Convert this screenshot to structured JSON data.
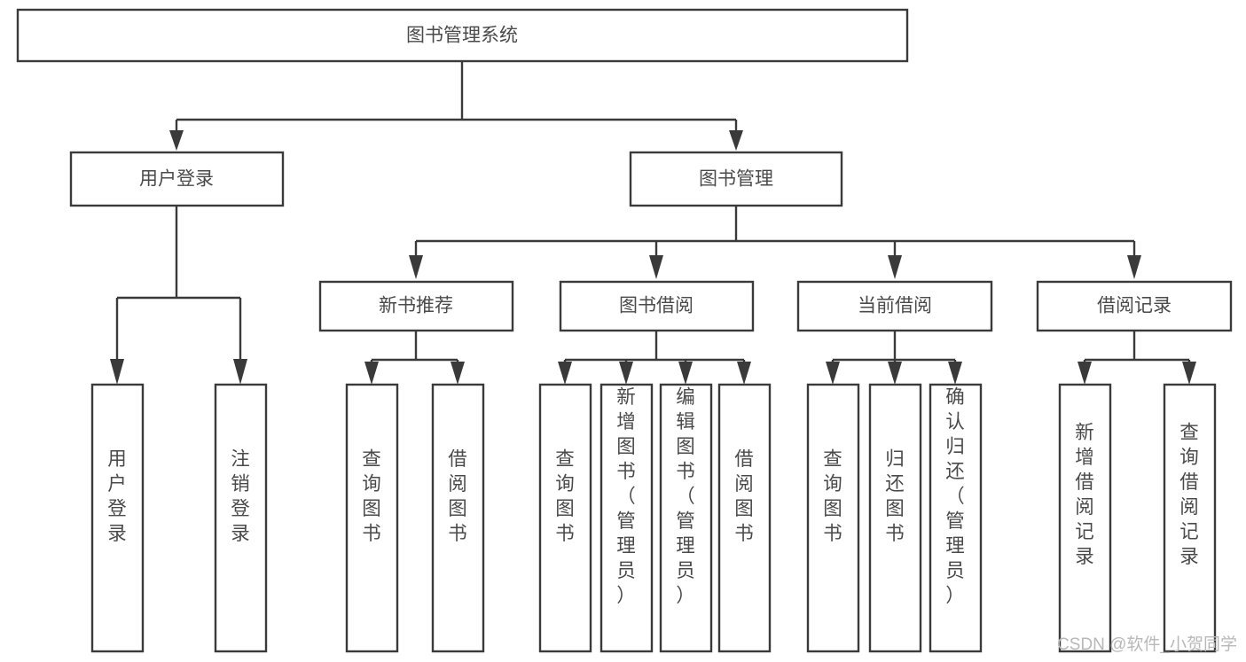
{
  "diagram": {
    "title": "图书管理系统",
    "type": "tree-hierarchy-chart",
    "root": {
      "id": "root",
      "label": "图书管理系统"
    },
    "level2": [
      {
        "id": "user-login",
        "label": "用户登录"
      },
      {
        "id": "book-management",
        "label": "图书管理"
      }
    ],
    "level3": [
      {
        "id": "new-book-recommend",
        "label": "新书推荐",
        "parent": "book-management"
      },
      {
        "id": "book-borrow",
        "label": "图书借阅",
        "parent": "book-management"
      },
      {
        "id": "current-borrow",
        "label": "当前借阅",
        "parent": "book-management"
      },
      {
        "id": "borrow-record",
        "label": "借阅记录",
        "parent": "book-management"
      }
    ],
    "leaves": [
      {
        "id": "leaf-user-login",
        "label": "用户登录",
        "parent": "user-login"
      },
      {
        "id": "leaf-logout-login",
        "label": "注销登录",
        "parent": "user-login"
      },
      {
        "id": "leaf-query-book-1",
        "label": "查询图书",
        "parent": "new-book-recommend"
      },
      {
        "id": "leaf-borrow-book-1",
        "label": "借阅图书",
        "parent": "new-book-recommend"
      },
      {
        "id": "leaf-query-book-2",
        "label": "查询图书",
        "parent": "book-borrow"
      },
      {
        "id": "leaf-add-book",
        "label": "新增图书（管理员）",
        "parent": "book-borrow"
      },
      {
        "id": "leaf-edit-book",
        "label": "编辑图书（管理员）",
        "parent": "book-borrow"
      },
      {
        "id": "leaf-borrow-book-2",
        "label": "借阅图书",
        "parent": "book-borrow"
      },
      {
        "id": "leaf-query-book-3",
        "label": "查询图书",
        "parent": "current-borrow"
      },
      {
        "id": "leaf-return-book",
        "label": "归还图书",
        "parent": "current-borrow"
      },
      {
        "id": "leaf-confirm-return",
        "label": "确认归还（管理员）",
        "parent": "current-borrow"
      },
      {
        "id": "leaf-add-borrow-record",
        "label": "新增借阅记录",
        "parent": "borrow-record"
      },
      {
        "id": "leaf-query-borrow-record",
        "label": "查询借阅记录",
        "parent": "borrow-record"
      }
    ]
  },
  "watermark": {
    "text": "CSDN @软件_小贺同学"
  },
  "colors": {
    "background": "#ffffff",
    "box_fill": "#ffffff",
    "box_stroke": "#3a3a3a",
    "text": "#4a4a4a",
    "watermark": "#b8b8b8"
  }
}
